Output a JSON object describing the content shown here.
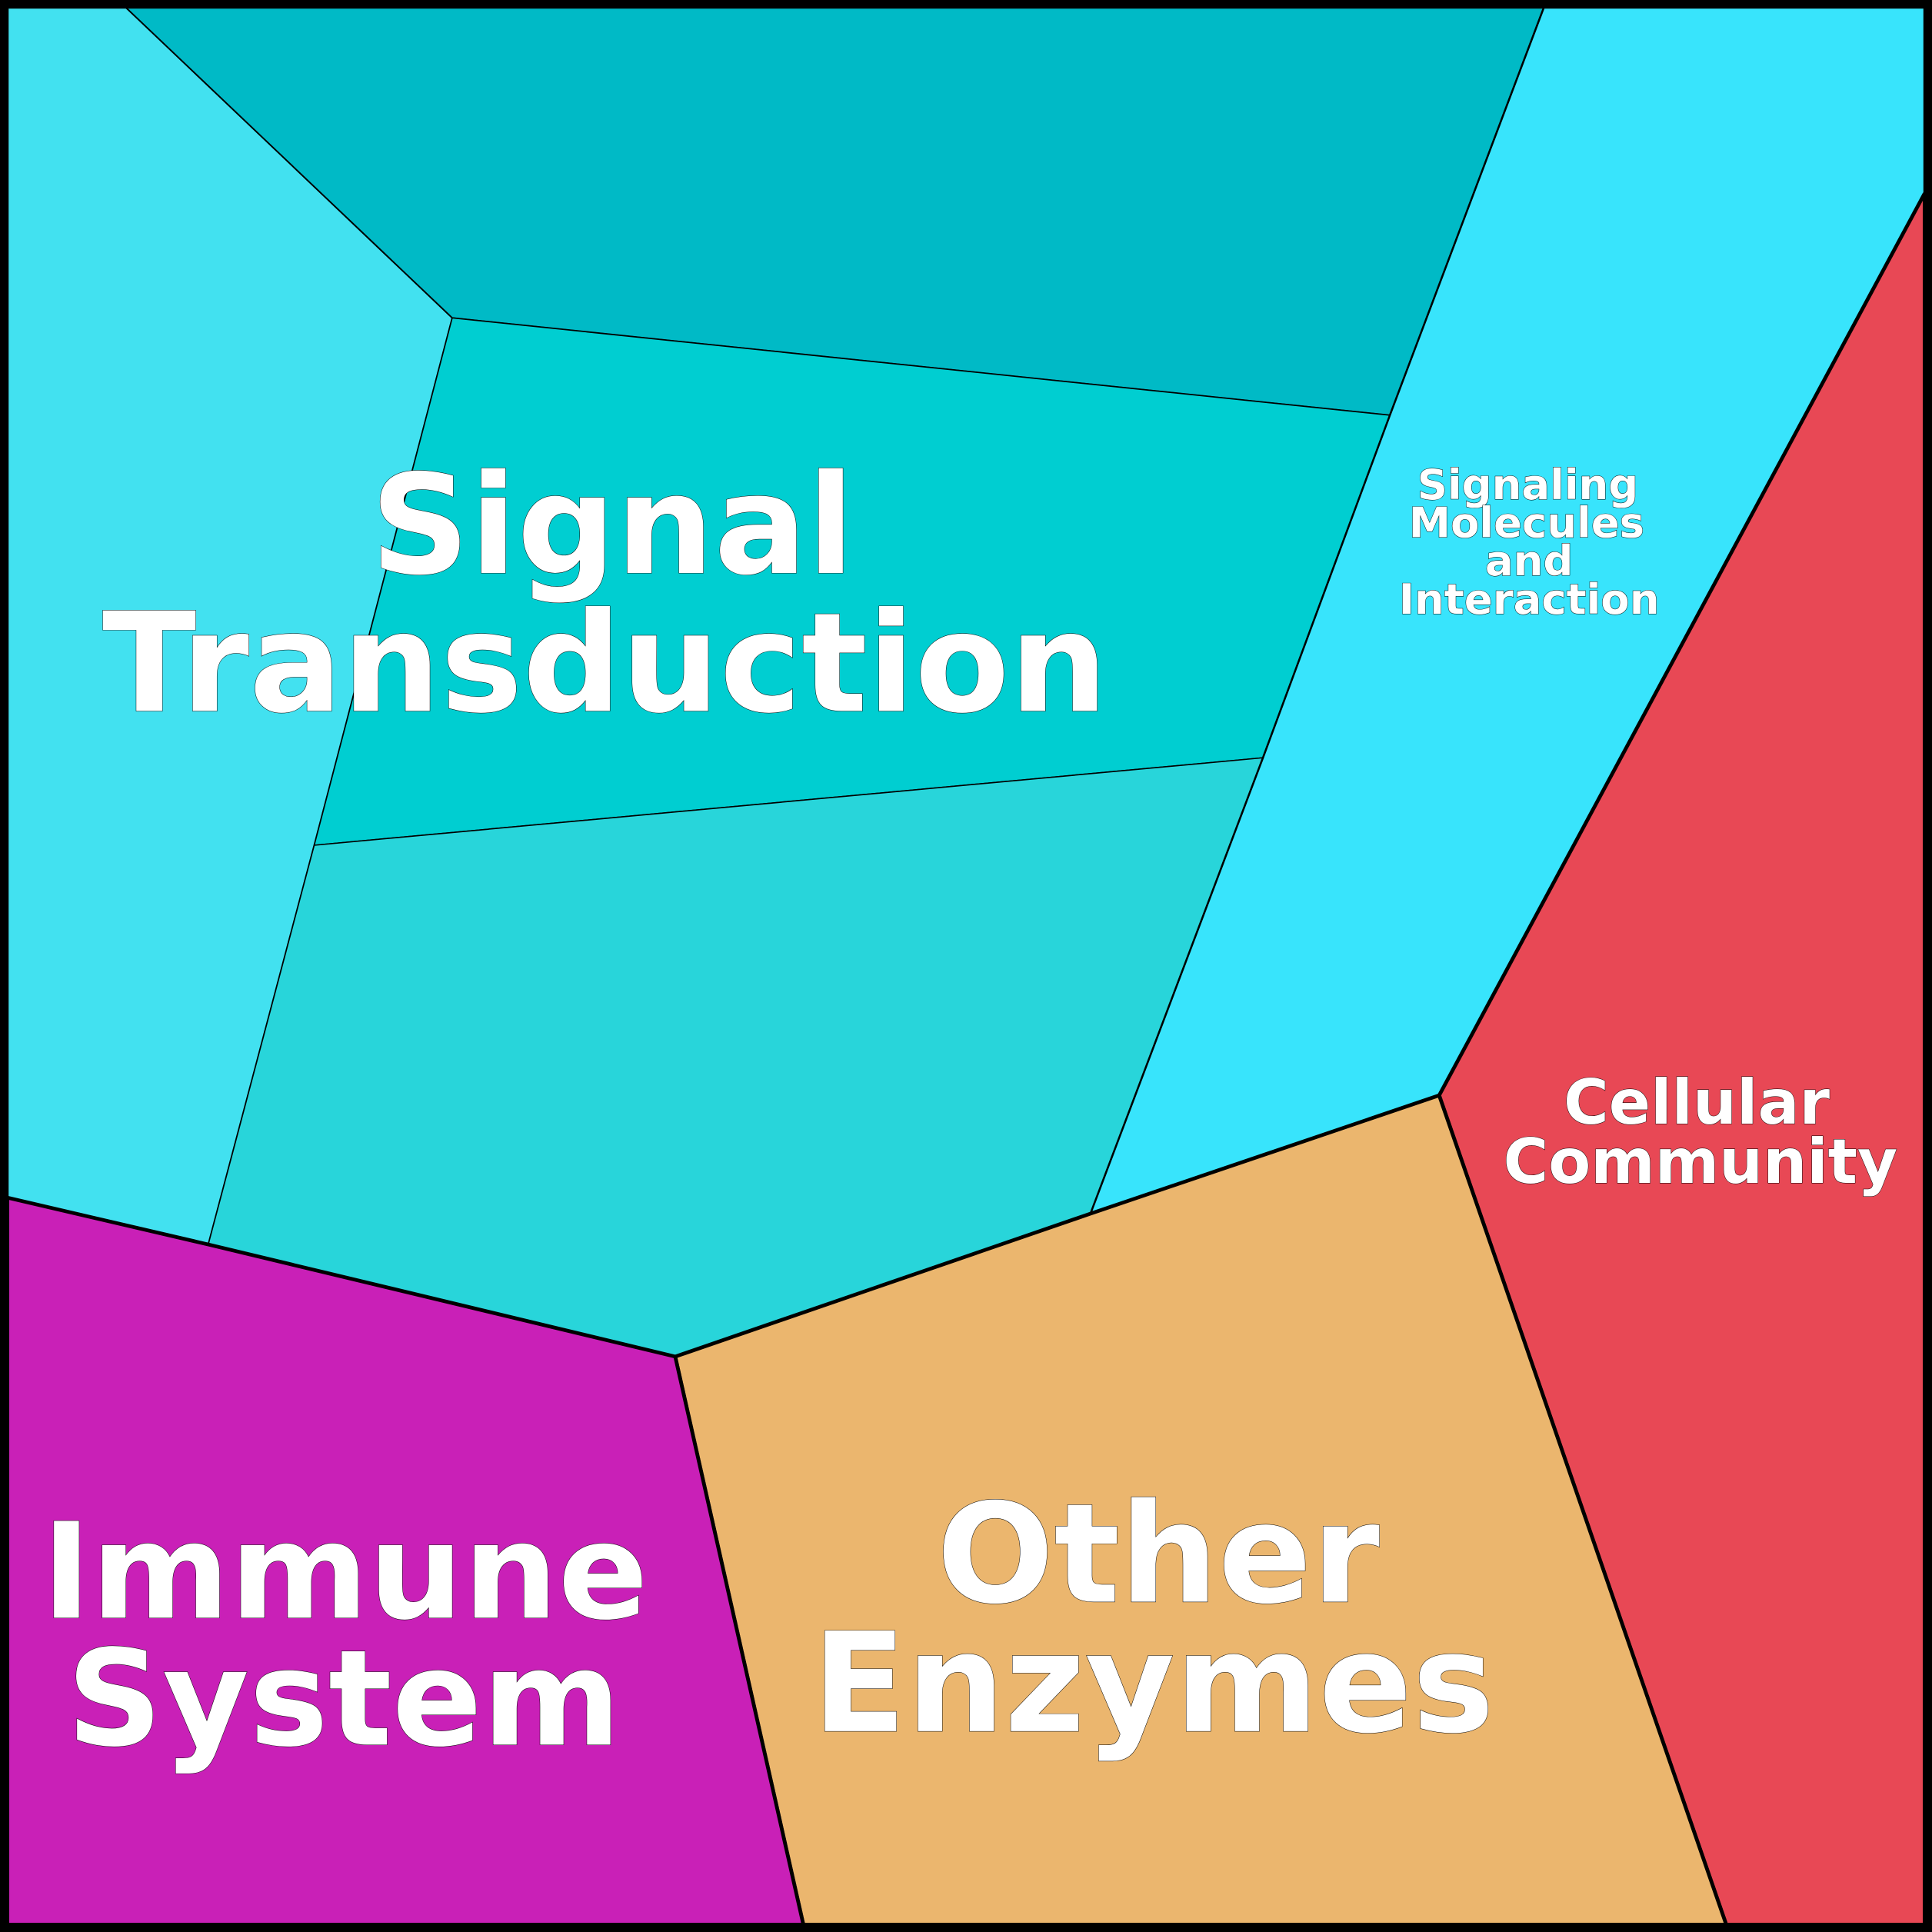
{
  "title": "Voronoi treemap of pathway categories",
  "regions": [
    {
      "id": "left-light-cyan",
      "color": "#42E1F0",
      "label_lines": []
    },
    {
      "id": "top-dark-teal",
      "color": "#00BAC6",
      "label_lines": []
    },
    {
      "id": "signal-transduction",
      "color": "#00CED1",
      "label_lines": [
        "Signal",
        "Transduction"
      ]
    },
    {
      "id": "lower-teal",
      "color": "#28D5DA",
      "label_lines": []
    },
    {
      "id": "signaling-molecules-and-interaction",
      "color": "#38E4FC",
      "label_lines": [
        "Signaling",
        "Molecules",
        "and",
        "Interaction"
      ]
    },
    {
      "id": "cellular-community",
      "color": "#E84855",
      "label_lines": [
        "Cellular",
        "Community"
      ]
    },
    {
      "id": "other-enzymes",
      "color": "#EBB66E",
      "label_lines": [
        "Other",
        "Enzymes"
      ]
    },
    {
      "id": "immune-system",
      "color": "#C920B7",
      "label_lines": [
        "Immune",
        "System"
      ]
    }
  ],
  "labels": {
    "signal_transduction": [
      "Signal",
      "Transduction"
    ],
    "signaling_molecules": [
      "Signaling",
      "Molecules",
      "and",
      "Interaction"
    ],
    "cellular_community": [
      "Cellular",
      "Community"
    ],
    "other_enzymes": [
      "Other",
      "Enzymes"
    ],
    "immune_system": [
      "Immune",
      "System"
    ]
  }
}
